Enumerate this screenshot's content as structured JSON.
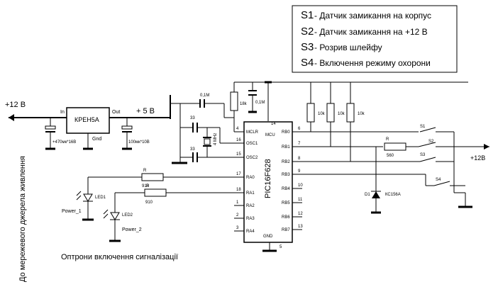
{
  "legend": [
    {
      "id": "S1",
      "text": "Датчик замикання на корпус"
    },
    {
      "id": "S2",
      "text": "Датчик замикання на +12 В"
    },
    {
      "id": "S3",
      "text": "Розрив шлейфу"
    },
    {
      "id": "S4",
      "text": "Включення режиму охорони"
    }
  ],
  "supply": {
    "input_label": "+12 В",
    "source_label": "До мережевого джерела живлення",
    "regulator": "КРЕН5А",
    "reg_in": "In",
    "reg_out": "Out",
    "reg_gnd": "Gnd",
    "vcc_label": "+ 5 В",
    "c_in": "+470мк*16В",
    "c_out": "100мк*10В"
  },
  "mcu": {
    "name": "PIC16F628",
    "mcu_label": "MCU",
    "vdd_pin": "14",
    "gnd_pin": "5",
    "gnd_label": "GND",
    "left_pins": [
      {
        "num": "4",
        "name": "MCLR"
      },
      {
        "num": "16",
        "name": "OSC1"
      },
      {
        "num": "15",
        "name": "OSC2"
      },
      {
        "num": "17",
        "name": "RA0"
      },
      {
        "num": "18",
        "name": "RA1"
      },
      {
        "num": "1",
        "name": "RA2"
      },
      {
        "num": "2",
        "name": "RA3"
      },
      {
        "num": "3",
        "name": "RA4"
      }
    ],
    "right_pins": [
      {
        "num": "6",
        "name": "RB0"
      },
      {
        "num": "7",
        "name": "RB1"
      },
      {
        "num": "8",
        "name": "RB2"
      },
      {
        "num": "9",
        "name": "RB3"
      },
      {
        "num": "10",
        "name": "RB4"
      },
      {
        "num": "11",
        "name": "RB5"
      },
      {
        "num": "12",
        "name": "RB6"
      },
      {
        "num": "13",
        "name": "RB7"
      }
    ]
  },
  "components": {
    "c_decouple": "0,1М",
    "c_mclr": "0,1М",
    "r_mclr": "18k",
    "crystal": "4 MHz",
    "c_osc1": "33",
    "c_osc2": "33",
    "r_pullups": [
      "10k",
      "10k",
      "10k"
    ],
    "r_led1_name": "R",
    "r_led1_val": "910",
    "r_led2_name": "R",
    "r_led2_val": "910",
    "led1": "LED1",
    "led2": "LED2",
    "power1": "Power_1",
    "power2": "Power_2",
    "r_s2_name": "R",
    "r_s2_val": "560",
    "diode": "D1",
    "zener": "КС156А",
    "s1": "S1",
    "s2": "S2",
    "s3": "S3",
    "s4": "S4",
    "out12": "+12В",
    "optron_label": "Оптрони включення сигналізації"
  }
}
